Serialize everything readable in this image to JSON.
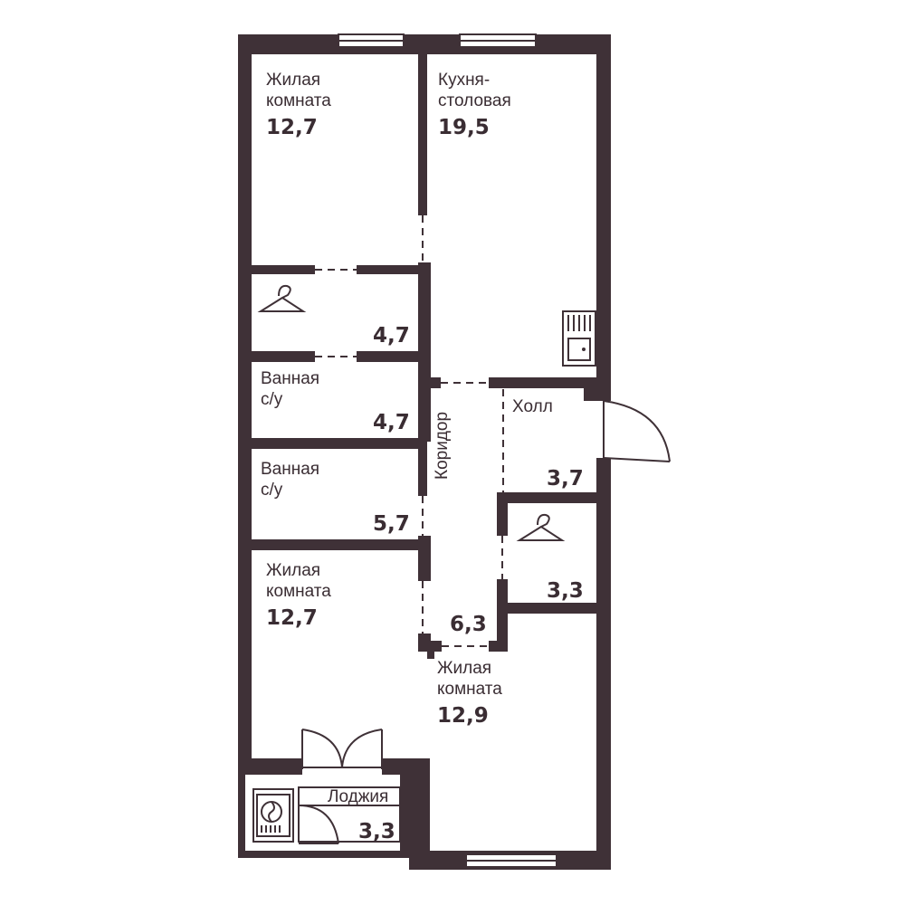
{
  "rooms": {
    "living_top": {
      "name_line1": "Жилая",
      "name_line2": "комната",
      "area": "12,7"
    },
    "kitchen": {
      "name_line1": "Кухня-",
      "name_line2": "столовая",
      "area": "19,5"
    },
    "wardrobe_top": {
      "area": "4,7"
    },
    "bath_1": {
      "name_line1": "Ванная",
      "name_line2": "с/у",
      "area": "4,7"
    },
    "bath_2": {
      "name_line1": "Ванная",
      "name_line2": "с/у",
      "area": "5,7"
    },
    "hall": {
      "name": "Холл",
      "area": "3,7"
    },
    "wardrobe_right": {
      "area": "3,3"
    },
    "corridor": {
      "name": "Коридор",
      "area": "6,3"
    },
    "living_bottom_left": {
      "name_line1": "Жилая",
      "name_line2": "комната",
      "area": "12,7"
    },
    "living_bottom_right": {
      "name_line1": "Жилая",
      "name_line2": "комната",
      "area": "12,9"
    },
    "loggia": {
      "name": "Лоджия",
      "area": "3,3"
    }
  },
  "icons": [
    "hanger-icon",
    "sink-icon",
    "ventilation-fan-icon",
    "window-icon",
    "door-icon"
  ],
  "colors": {
    "wall": "#3f3137",
    "text": "#3a2d33",
    "background": "#ffffff"
  }
}
